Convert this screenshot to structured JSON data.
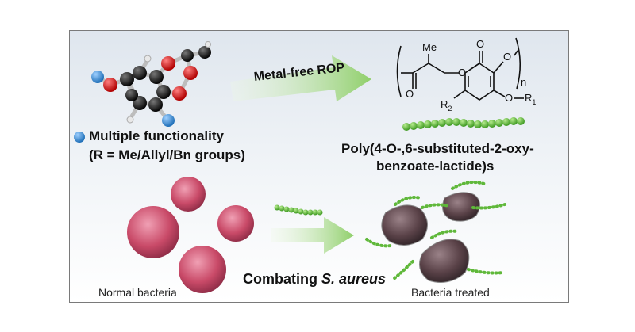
{
  "labels": {
    "metal_free_rop": "Metal-free ROP",
    "multiple_functionality": "Multiple functionality",
    "r_groups": "(R = Me/Allyl/Bn groups)",
    "polymer_line1": "Poly(4-O-,6-substituted-2-oxy-",
    "polymer_line2": "benzoate-lactide)s",
    "normal_bacteria": "Normal bacteria",
    "bacteria_treated": "Bacteria treated",
    "combating_prefix": "Combating ",
    "combating_species": "S. aureus"
  },
  "structure_labels": {
    "me": "Me",
    "o1": "O",
    "o2": "O",
    "o3": "O",
    "o4": "O",
    "o5": "O",
    "n": "n",
    "r1": "R",
    "r1_sub": "1",
    "r2": "R",
    "r2_sub": "2"
  },
  "colors": {
    "frame_bg_top": "#dfe6ee",
    "arrow_green": "#8fcf6a",
    "bead_green": "#5fb83a",
    "bacteria_pink": "#c94a68",
    "bacteria_dead": "#5a4248",
    "atom_blue": "#3a8fd6",
    "atom_red": "#d62020",
    "atom_black": "#111111"
  }
}
